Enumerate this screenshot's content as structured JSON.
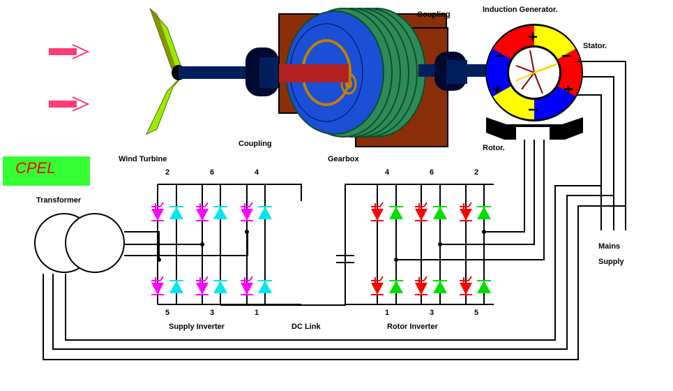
{
  "logo": {
    "text": "CPEL"
  },
  "labels": {
    "coupling_top": "Coupling",
    "coupling_bottom": "Coupling",
    "induction_generator": "Induction Generator.",
    "stator": "Stator.",
    "rotor": "Rotor.",
    "wind_turbine": "Wind Turbine",
    "gearbox": "Gearbox",
    "transformer": "Transformer",
    "mains_supply_line1": "Mains",
    "mains_supply_line2": "Supply",
    "supply_inverter": "Supply Inverter",
    "dc_link": "DC Link",
    "rotor_inverter": "Rotor Inverter"
  },
  "supply_inverter": {
    "top_numbers": [
      "2",
      "6",
      "4"
    ],
    "bottom_numbers": [
      "5",
      "3",
      "1"
    ]
  },
  "rotor_inverter": {
    "top_numbers": [
      "4",
      "6",
      "2"
    ],
    "bottom_numbers": [
      "1",
      "3",
      "5"
    ]
  },
  "generator_poles": [
    "+",
    "−",
    "+",
    "−",
    "−",
    "+"
  ],
  "colors": {
    "wind_arrow": "#ff3c78",
    "blade": "#99ee00",
    "gearbox_body": "#8b2e0a",
    "rotor_disc": "#1a4fd6",
    "gearbox_disk": "#2e8b57",
    "shaft": "#001f5c",
    "supply_igbt": "#ff00ff",
    "supply_diode": "#00e5ee",
    "rotor_igbt": "#ff0000",
    "rotor_diode": "#00dd00",
    "stator_red": "#ff0000",
    "stator_yellow": "#ffff00",
    "stator_blue": "#0000ff",
    "cpel_bg": "#33ff33",
    "cpel_text": "#ff0000"
  }
}
